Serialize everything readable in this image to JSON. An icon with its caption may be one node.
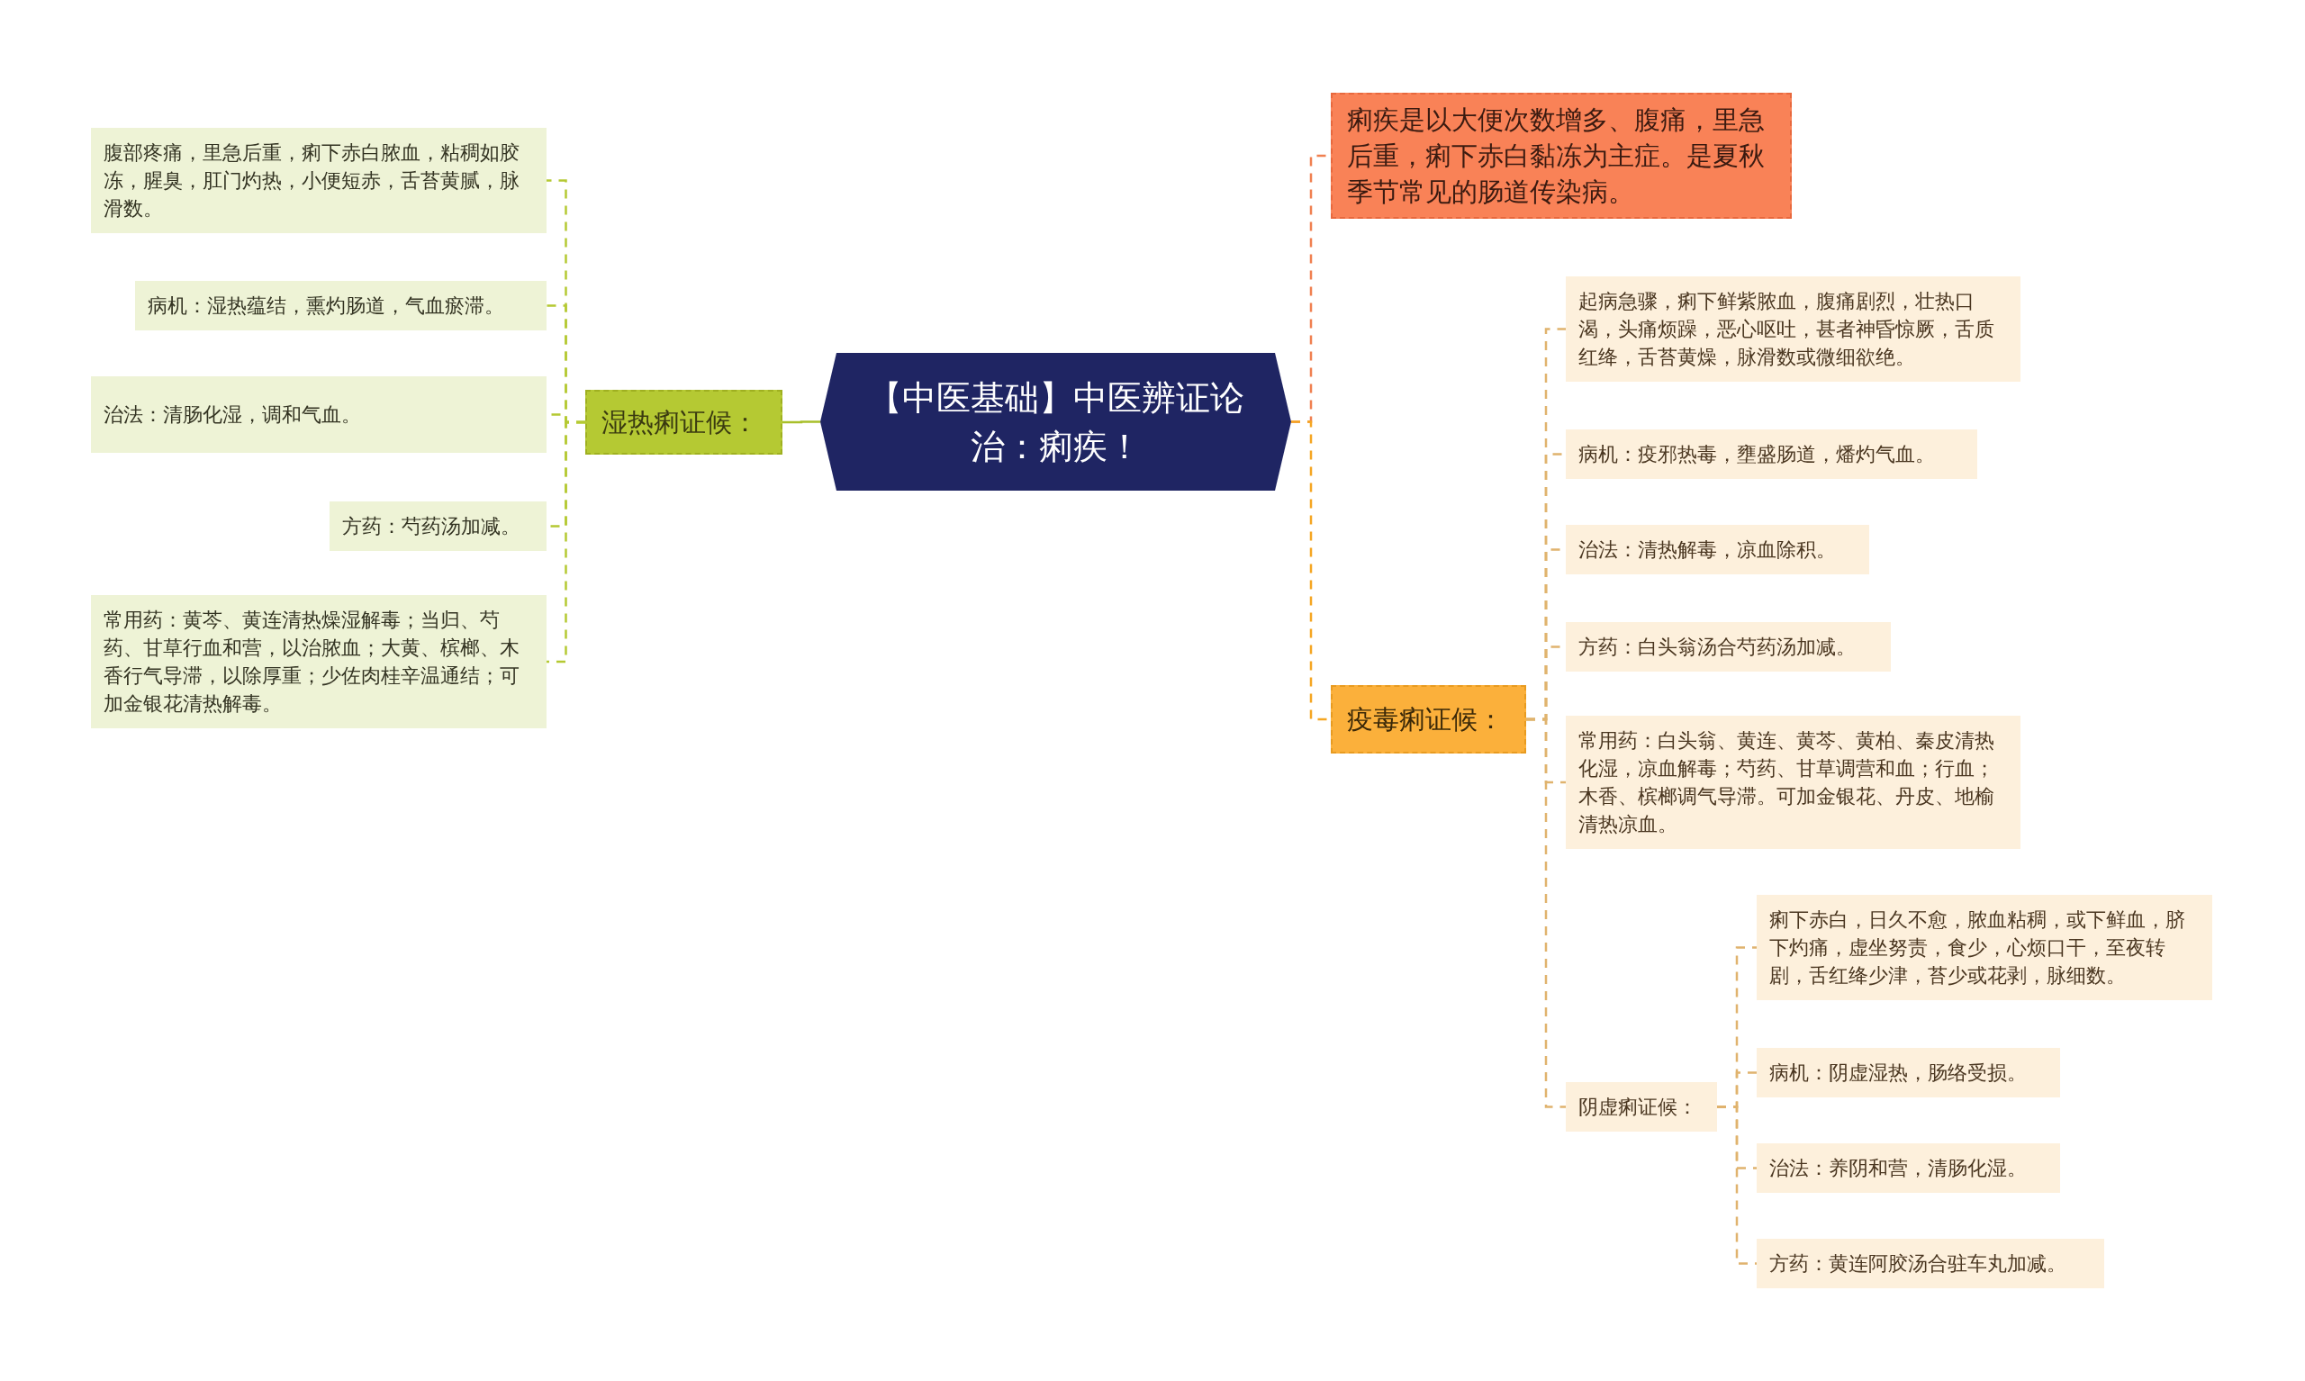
{
  "diagram": {
    "nodes": [
      {
        "text": [
          "【中医基础】中医辨证论治：痢疾！"
        ]
      },
      {
        "text": [
          "湿热痢证候："
        ]
      },
      {
        "text": [
          "腹部疼痛，里急后重，痢下赤白脓血，粘稠如胶冻，腥臭，肛门灼热，小便短赤，舌苔黄腻，脉滑数。"
        ]
      },
      {
        "text": [
          "病机：湿热蕴结，熏灼肠道，气血瘀滞。"
        ]
      },
      {
        "text": [
          "治法：清肠化湿，调和气血。"
        ]
      },
      {
        "text": [
          "方药：芍药汤加减。"
        ]
      },
      {
        "text": [
          "常用药：黄芩、黄连清热燥湿解毒；当归、芍药、甘草行血和营，以治脓血；大黄、槟榔、木香行气导滞，以除厚重；少佐肉桂辛温通结；可加金银花清热解毒。"
        ]
      },
      {
        "text": [
          "痢疾是以大便次数增多、腹痛，里急后重，痢下赤白黏冻为主症。是夏秋季节常见的肠道传染病。"
        ]
      },
      {
        "text": [
          "疫毒痢证候："
        ]
      },
      {
        "text": [
          "起病急骤，痢下鲜紫脓血，腹痛剧烈，壮热口渴，头痛烦躁，恶心呕吐，甚者神昏惊厥，舌质红绛，舌苔黄燥，脉滑数或微细欲绝。"
        ]
      },
      {
        "text": [
          "病机：疫邪热毒，壅盛肠道，燔灼气血。"
        ]
      },
      {
        "text": [
          "治法：清热解毒，凉血除积。"
        ]
      },
      {
        "text": [
          "方药：白头翁汤合芍药汤加减。"
        ]
      },
      {
        "text": [
          "常用药：白头翁、黄连、黄芩、黄柏、秦皮清热化湿，凉血解毒；芍药、甘草调营和血；行血；木香、槟榔调气导滞。可加金银花、丹皮、地榆清热凉血。"
        ]
      },
      {
        "text": [
          "阴虚痢证候："
        ]
      },
      {
        "text": [
          "痢下赤白，日久不愈，脓血粘稠，或下鲜血，脐下灼痛，虚坐努责，食少，心烦口干，至夜转剧，舌红绛少津，苔少或花剥，脉细数。"
        ]
      },
      {
        "text": [
          "病机：阴虚湿热，肠络受损。"
        ]
      },
      {
        "text": [
          "治法：养阴和营，清肠化湿。"
        ]
      },
      {
        "text": [
          "方药：黄连阿胶汤合驻车丸加减。"
        ]
      }
    ],
    "edges": [
      {
        "from": 0,
        "to": 1,
        "arrow": "none",
        "color": "#a8bf2a"
      },
      {
        "from": 1,
        "to": 2,
        "arrow": "none",
        "style": "dashed",
        "color": "#b5c933"
      },
      {
        "from": 1,
        "to": 3,
        "arrow": "none",
        "style": "dashed",
        "color": "#b5c933"
      },
      {
        "from": 1,
        "to": 4,
        "arrow": "none",
        "style": "dashed",
        "color": "#b5c933"
      },
      {
        "from": 1,
        "to": 5,
        "arrow": "none",
        "style": "dashed",
        "color": "#b5c933"
      },
      {
        "from": 1,
        "to": 6,
        "arrow": "none",
        "style": "dashed",
        "color": "#b5c933"
      },
      {
        "from": 0,
        "to": 7,
        "arrow": "none",
        "style": "dashed",
        "color": "#f08050"
      },
      {
        "from": 0,
        "to": 8,
        "arrow": "none",
        "style": "dashed",
        "color": "#f5a623"
      },
      {
        "from": 8,
        "to": 9,
        "arrow": "none",
        "style": "dashed"
      },
      {
        "from": 8,
        "to": 10,
        "arrow": "none",
        "style": "dashed"
      },
      {
        "from": 8,
        "to": 11,
        "arrow": "none",
        "style": "dashed"
      },
      {
        "from": 8,
        "to": 12,
        "arrow": "none",
        "style": "dashed"
      },
      {
        "from": 8,
        "to": 13,
        "arrow": "none",
        "style": "dashed"
      },
      {
        "from": 8,
        "to": 14,
        "arrow": "none",
        "style": "dashed"
      },
      {
        "from": 14,
        "to": 15,
        "arrow": "none",
        "style": "dashed"
      },
      {
        "from": 14,
        "to": 16,
        "arrow": "none",
        "style": "dashed"
      },
      {
        "from": 14,
        "to": 17,
        "arrow": "none",
        "style": "dashed"
      },
      {
        "from": 14,
        "to": 18,
        "arrow": "none",
        "style": "dashed"
      }
    ]
  }
}
